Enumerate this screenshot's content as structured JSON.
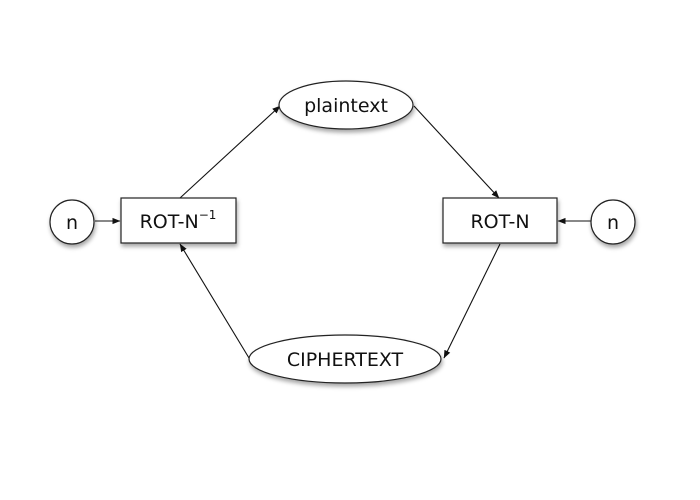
{
  "diagram": {
    "nodes": {
      "plaintext": {
        "label": "plaintext"
      },
      "ciphertext": {
        "label": "CIPHERTEXT"
      },
      "rot_n": {
        "label": "ROT-N"
      },
      "rot_n_inverse": {
        "label": "ROT-N",
        "superscript": "−1"
      },
      "n_left": {
        "label": "n"
      },
      "n_right": {
        "label": "n"
      }
    },
    "edges": [
      {
        "from": "n_left",
        "to": "rot_n_inverse"
      },
      {
        "from": "rot_n_inverse",
        "to": "plaintext"
      },
      {
        "from": "plaintext",
        "to": "rot_n"
      },
      {
        "from": "n_right",
        "to": "rot_n"
      },
      {
        "from": "rot_n",
        "to": "ciphertext"
      },
      {
        "from": "ciphertext",
        "to": "rot_n_inverse"
      }
    ]
  }
}
